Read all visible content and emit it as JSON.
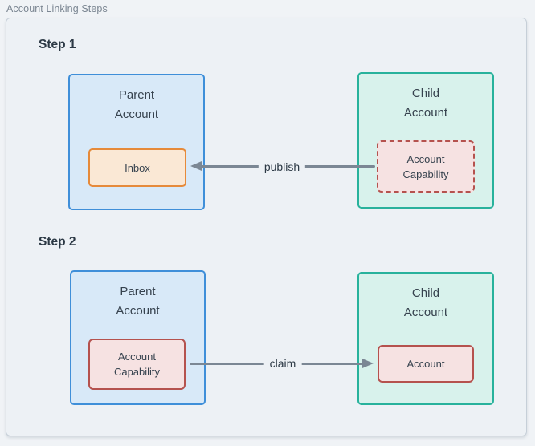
{
  "page": {
    "title": "Account Linking Steps"
  },
  "colors": {
    "page_bg": "#f0f3f6",
    "canvas_bg": "#edf1f5",
    "canvas_border": "#c6cfd8",
    "frame_label_text": "#7b8692",
    "heading_text": "#2c3945",
    "box_text": "#36424e",
    "arrow": "#7b8794",
    "parent_fill": "#d8e9f8",
    "parent_border": "#3f8fd9",
    "child_fill": "#d8f2ec",
    "child_border": "#28b29c",
    "inbox_fill": "#fae8d5",
    "inbox_border": "#e68a3a",
    "capability_fill": "#f6e2e2",
    "capability_border": "#b5524e"
  },
  "steps": [
    {
      "label": "Step 1",
      "parent": {
        "title": "Parent\nAccount",
        "inner": "Inbox"
      },
      "child": {
        "title": "Child\nAccount",
        "inner": "Account\nCapability",
        "inner_style": "dashed"
      },
      "arrow": {
        "label": "publish",
        "direction": "child-to-parent"
      }
    },
    {
      "label": "Step 2",
      "parent": {
        "title": "Parent\nAccount",
        "inner": "Account\nCapability"
      },
      "child": {
        "title": "Child\nAccount",
        "inner": "Account"
      },
      "arrow": {
        "label": "claim",
        "direction": "parent-to-child"
      }
    }
  ]
}
